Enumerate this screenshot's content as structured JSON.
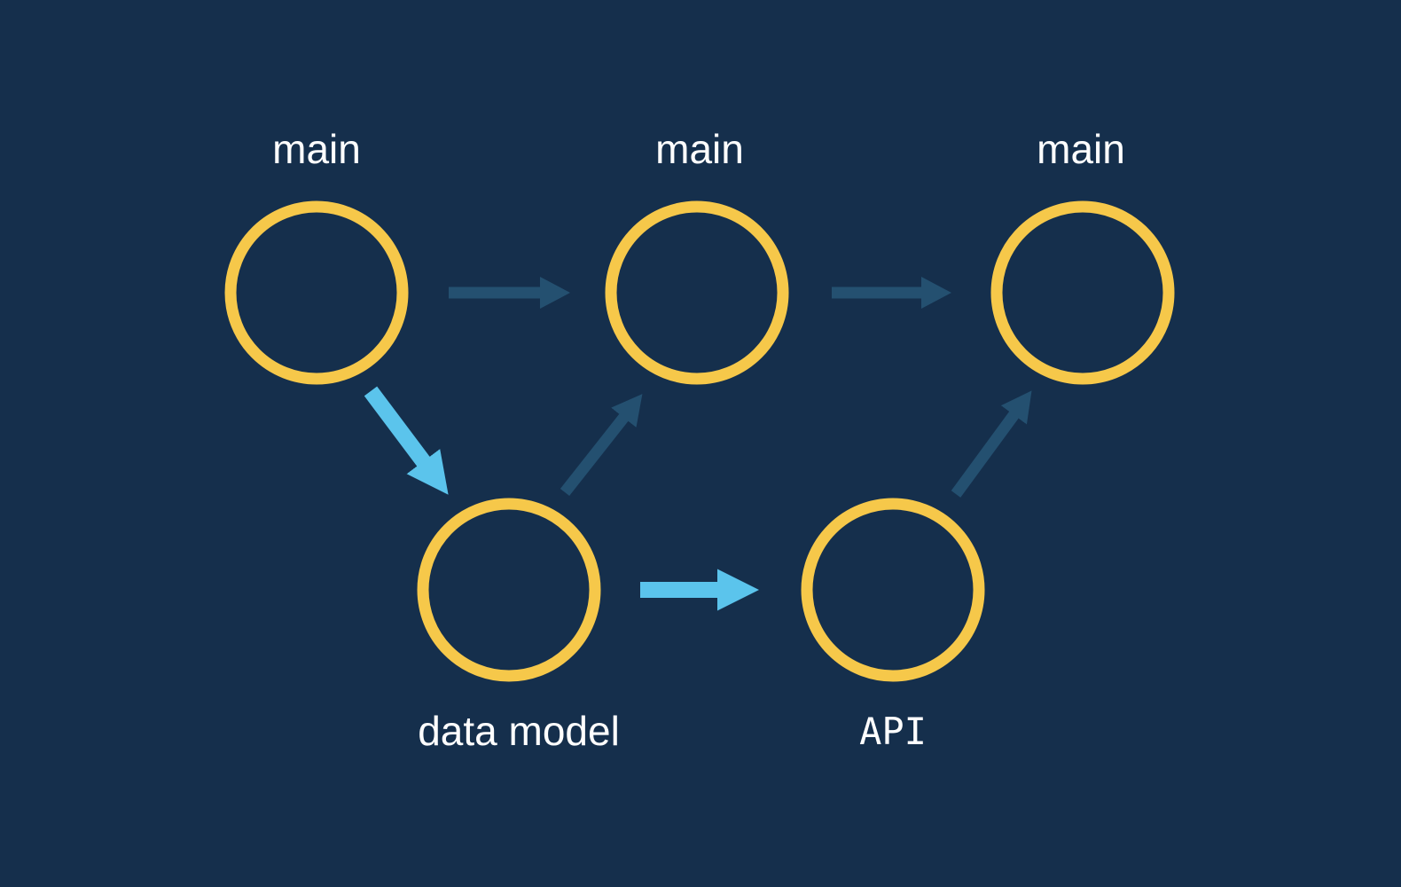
{
  "diagram": {
    "type": "git-branch-flow",
    "colors": {
      "background": "#152F4C",
      "node_ring": "#F6C84A",
      "main_edge": "#245070",
      "branch_edge": "#5BC4EC",
      "label": "#FFFFFF"
    },
    "nodes": [
      {
        "id": "main-1",
        "label": "main",
        "branch": "main",
        "label_position": "above"
      },
      {
        "id": "main-2",
        "label": "main",
        "branch": "main",
        "label_position": "above"
      },
      {
        "id": "main-3",
        "label": "main",
        "branch": "main",
        "label_position": "above"
      },
      {
        "id": "data-model",
        "label": "data model",
        "branch": "feature",
        "label_position": "below"
      },
      {
        "id": "api",
        "label": "API",
        "branch": "feature",
        "label_position": "below"
      }
    ],
    "edges": [
      {
        "from": "main-1",
        "to": "main-2",
        "style": "main"
      },
      {
        "from": "main-2",
        "to": "main-3",
        "style": "main"
      },
      {
        "from": "main-1",
        "to": "data-model",
        "style": "branch"
      },
      {
        "from": "data-model",
        "to": "main-2",
        "style": "merge"
      },
      {
        "from": "data-model",
        "to": "api",
        "style": "branch"
      },
      {
        "from": "api",
        "to": "main-3",
        "style": "merge"
      }
    ]
  }
}
